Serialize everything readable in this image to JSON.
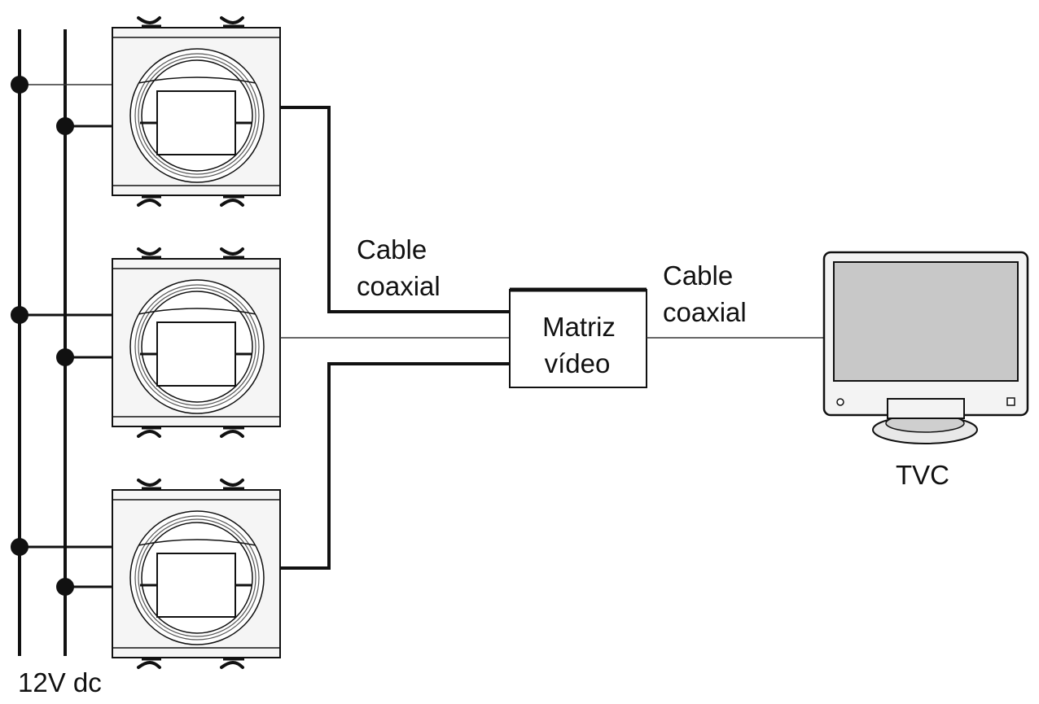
{
  "labels": {
    "cable_top_1": "Cable",
    "cable_top_2": "coaxial",
    "cable_right_1": "Cable",
    "cable_right_2": "coaxial",
    "matrix_1": "Matriz",
    "matrix_2": "vídeo",
    "tv": "TVC",
    "power": "12V dc"
  },
  "cameras": [
    {
      "id": "camera-1"
    },
    {
      "id": "camera-2"
    },
    {
      "id": "camera-3"
    }
  ],
  "colors": {
    "line": "#111111",
    "screen": "#c8c8c8",
    "device_fill": "#f3f3f3",
    "background": "#ffffff"
  }
}
